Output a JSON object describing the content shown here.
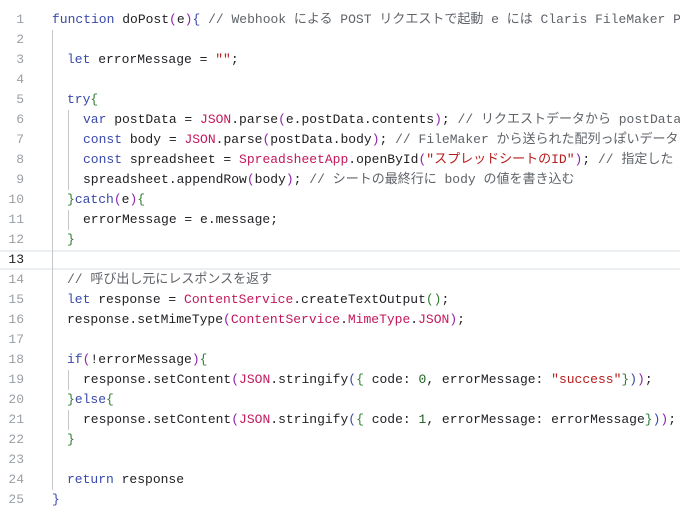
{
  "editor": {
    "active_line": 13,
    "colors": {
      "keyword": "#3949ab",
      "class": "#c2185b",
      "string": "#b71c1c",
      "comment": "#5f6368"
    },
    "lines": [
      {
        "n": "1",
        "indent": 0,
        "tokens": [
          [
            "function",
            "kw"
          ],
          " doPost",
          [
            "(",
            "p"
          ],
          "e",
          [
            ")",
            "p"
          ],
          [
            "{",
            "bb"
          ],
          [
            " // Webhook による POST リクエストで起動 e には Claris FileMaker Pro",
            "cm"
          ]
        ]
      },
      {
        "n": "2",
        "indent": 1,
        "tokens": []
      },
      {
        "n": "3",
        "indent": 1,
        "tokens": [
          [
            "let",
            "kw"
          ],
          " errorMessage = ",
          [
            "\"\"",
            "str"
          ],
          ";"
        ]
      },
      {
        "n": "4",
        "indent": 1,
        "tokens": []
      },
      {
        "n": "5",
        "indent": 1,
        "tokens": [
          [
            "try",
            "kw"
          ],
          [
            "{",
            "b"
          ]
        ]
      },
      {
        "n": "6",
        "indent": 2,
        "tokens": [
          [
            "var",
            "kw"
          ],
          " postData = ",
          [
            "JSON",
            "cls"
          ],
          ".parse",
          [
            "(",
            "p"
          ],
          "e.postData.contents",
          [
            ")",
            "p"
          ],
          ";",
          [
            " // リクエストデータから postData を",
            "cm"
          ]
        ]
      },
      {
        "n": "7",
        "indent": 2,
        "tokens": [
          [
            "const",
            "kw"
          ],
          " body = ",
          [
            "JSON",
            "cls"
          ],
          ".parse",
          [
            "(",
            "p"
          ],
          "postData.body",
          [
            ")",
            "p"
          ],
          ";",
          [
            " // FileMaker から送られた配列っぽいデータを",
            "cm"
          ]
        ]
      },
      {
        "n": "8",
        "indent": 2,
        "tokens": [
          [
            "const",
            "kw"
          ],
          " spreadsheet = ",
          [
            "SpreadsheetApp",
            "cls"
          ],
          ".openById",
          [
            "(",
            "p"
          ],
          [
            "\"スプレッドシートのID\"",
            "str"
          ],
          [
            ")",
            "p"
          ],
          ";",
          [
            " // 指定した ID",
            "cm"
          ]
        ]
      },
      {
        "n": "9",
        "indent": 2,
        "tokens": [
          "spreadsheet.appendRow",
          [
            "(",
            "p"
          ],
          "body",
          [
            ")",
            "p"
          ],
          ";",
          [
            " // シートの最終行に body の値を書き込む",
            "cm"
          ]
        ]
      },
      {
        "n": "10",
        "indent": 1,
        "tokens": [
          [
            "}",
            "b"
          ],
          [
            "catch",
            "kw"
          ],
          [
            "(",
            "p"
          ],
          "e",
          [
            ")",
            "p"
          ],
          [
            "{",
            "b"
          ]
        ]
      },
      {
        "n": "11",
        "indent": 2,
        "tokens": [
          "errorMessage = e.message;"
        ]
      },
      {
        "n": "12",
        "indent": 1,
        "tokens": [
          [
            "}",
            "b"
          ]
        ]
      },
      {
        "n": "13",
        "indent": 1,
        "tokens": []
      },
      {
        "n": "14",
        "indent": 1,
        "tokens": [
          [
            "// 呼び出し元にレスポンスを返す",
            "cm"
          ]
        ]
      },
      {
        "n": "15",
        "indent": 1,
        "tokens": [
          [
            "let",
            "kw"
          ],
          " response = ",
          [
            "ContentService",
            "cls"
          ],
          ".createTextOutput",
          [
            "()",
            "b"
          ],
          ";"
        ]
      },
      {
        "n": "16",
        "indent": 1,
        "tokens": [
          "response.setMimeType",
          [
            "(",
            "p"
          ],
          [
            "ContentService",
            "cls"
          ],
          ".",
          [
            "MimeType",
            "cls"
          ],
          ".",
          [
            "JSON",
            "cls"
          ],
          [
            ")",
            "p"
          ],
          ";"
        ]
      },
      {
        "n": "17",
        "indent": 1,
        "tokens": []
      },
      {
        "n": "18",
        "indent": 1,
        "tokens": [
          [
            "if",
            "kw"
          ],
          [
            "(",
            "p"
          ],
          "!errorMessage",
          [
            ")",
            "p"
          ],
          [
            "{",
            "b"
          ]
        ]
      },
      {
        "n": "19",
        "indent": 2,
        "tokens": [
          "response.setContent",
          [
            "(",
            "p"
          ],
          [
            "JSON",
            "cls"
          ],
          ".stringify",
          [
            "(",
            "bb"
          ],
          [
            "{",
            "b"
          ],
          " code: ",
          [
            "0",
            "num"
          ],
          ", errorMessage: ",
          [
            "\"success\"",
            "str"
          ],
          [
            "}",
            "b"
          ],
          [
            ")",
            "bb"
          ],
          [
            ")",
            "p"
          ],
          ";"
        ]
      },
      {
        "n": "20",
        "indent": 1,
        "tokens": [
          [
            "}",
            "b"
          ],
          [
            "else",
            "kw"
          ],
          [
            "{",
            "b"
          ]
        ]
      },
      {
        "n": "21",
        "indent": 2,
        "tokens": [
          "response.setContent",
          [
            "(",
            "p"
          ],
          [
            "JSON",
            "cls"
          ],
          ".stringify",
          [
            "(",
            "bb"
          ],
          [
            "{",
            "b"
          ],
          " code: ",
          [
            "1",
            "num"
          ],
          ", errorMessage: errorMessage",
          [
            "}",
            "b"
          ],
          [
            ")",
            "bb"
          ],
          [
            ")",
            "p"
          ],
          ";"
        ]
      },
      {
        "n": "22",
        "indent": 1,
        "tokens": [
          [
            "}",
            "b"
          ]
        ]
      },
      {
        "n": "23",
        "indent": 1,
        "tokens": []
      },
      {
        "n": "24",
        "indent": 1,
        "tokens": [
          [
            "return",
            "kw"
          ],
          " response"
        ]
      },
      {
        "n": "25",
        "indent": 0,
        "tokens": [
          [
            "}",
            "bb"
          ]
        ]
      }
    ]
  }
}
